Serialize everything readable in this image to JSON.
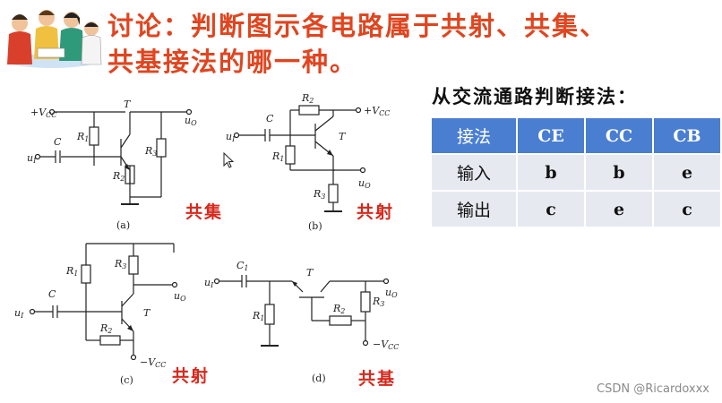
{
  "title": {
    "line1": "讨论：判断图示各电路属于共射、共集、",
    "line2": "共基接法的哪一种。"
  },
  "circuits": [
    {
      "caption": "(a)",
      "answer": "共集",
      "labels": {
        "vcc": "+V",
        "vcc_sub": "CC",
        "t": "T",
        "uo": "u",
        "uo_sub": "O",
        "ui": "u",
        "ui_sub": "I",
        "c": "C",
        "r1": "R",
        "r1_sub": "1",
        "r2": "R",
        "r2_sub": "2",
        "r3": "R",
        "r3_sub": "3"
      }
    },
    {
      "caption": "(b)",
      "answer": "共射",
      "labels": {
        "vcc": "+V",
        "vcc_sub": "CC",
        "t": "T",
        "uo": "u",
        "uo_sub": "O",
        "ui": "u",
        "ui_sub": "I",
        "c": "C",
        "r1": "R",
        "r1_sub": "1",
        "r2": "R",
        "r2_sub": "2",
        "r3": "R",
        "r3_sub": "3"
      }
    },
    {
      "caption": "(c)",
      "answer": "共射",
      "labels": {
        "vcc": "−V",
        "vcc_sub": "CC",
        "t": "T",
        "uo": "u",
        "uo_sub": "O",
        "ui": "u",
        "ui_sub": "I",
        "c": "C",
        "r1": "R",
        "r1_sub": "1",
        "r2": "R",
        "r2_sub": "2",
        "r3": "R",
        "r3_sub": "3"
      }
    },
    {
      "caption": "(d)",
      "answer": "共基",
      "labels": {
        "vcc": "−V",
        "vcc_sub": "CC",
        "t": "T",
        "uo": "u",
        "uo_sub": "O",
        "ui": "u",
        "ui_sub": "I",
        "c": "C",
        "c_sub": "1",
        "r1": "R",
        "r1_sub": "1",
        "r2": "R",
        "r2_sub": "2",
        "r3": "R",
        "r3_sub": "3"
      }
    }
  ],
  "table": {
    "heading": "从交流通路判断接法：",
    "header": [
      "接法",
      "CE",
      "CC",
      "CB"
    ],
    "rows": [
      [
        "输入",
        "b",
        "b",
        "e"
      ],
      [
        "输出",
        "c",
        "e",
        "c"
      ]
    ]
  },
  "watermark": "CSDN @Ricardoxxx",
  "colors": {
    "title": "#e0451f",
    "answer": "#d8281c",
    "table_header": "#4a7ed0",
    "table_cell": "#e6eaf0"
  }
}
